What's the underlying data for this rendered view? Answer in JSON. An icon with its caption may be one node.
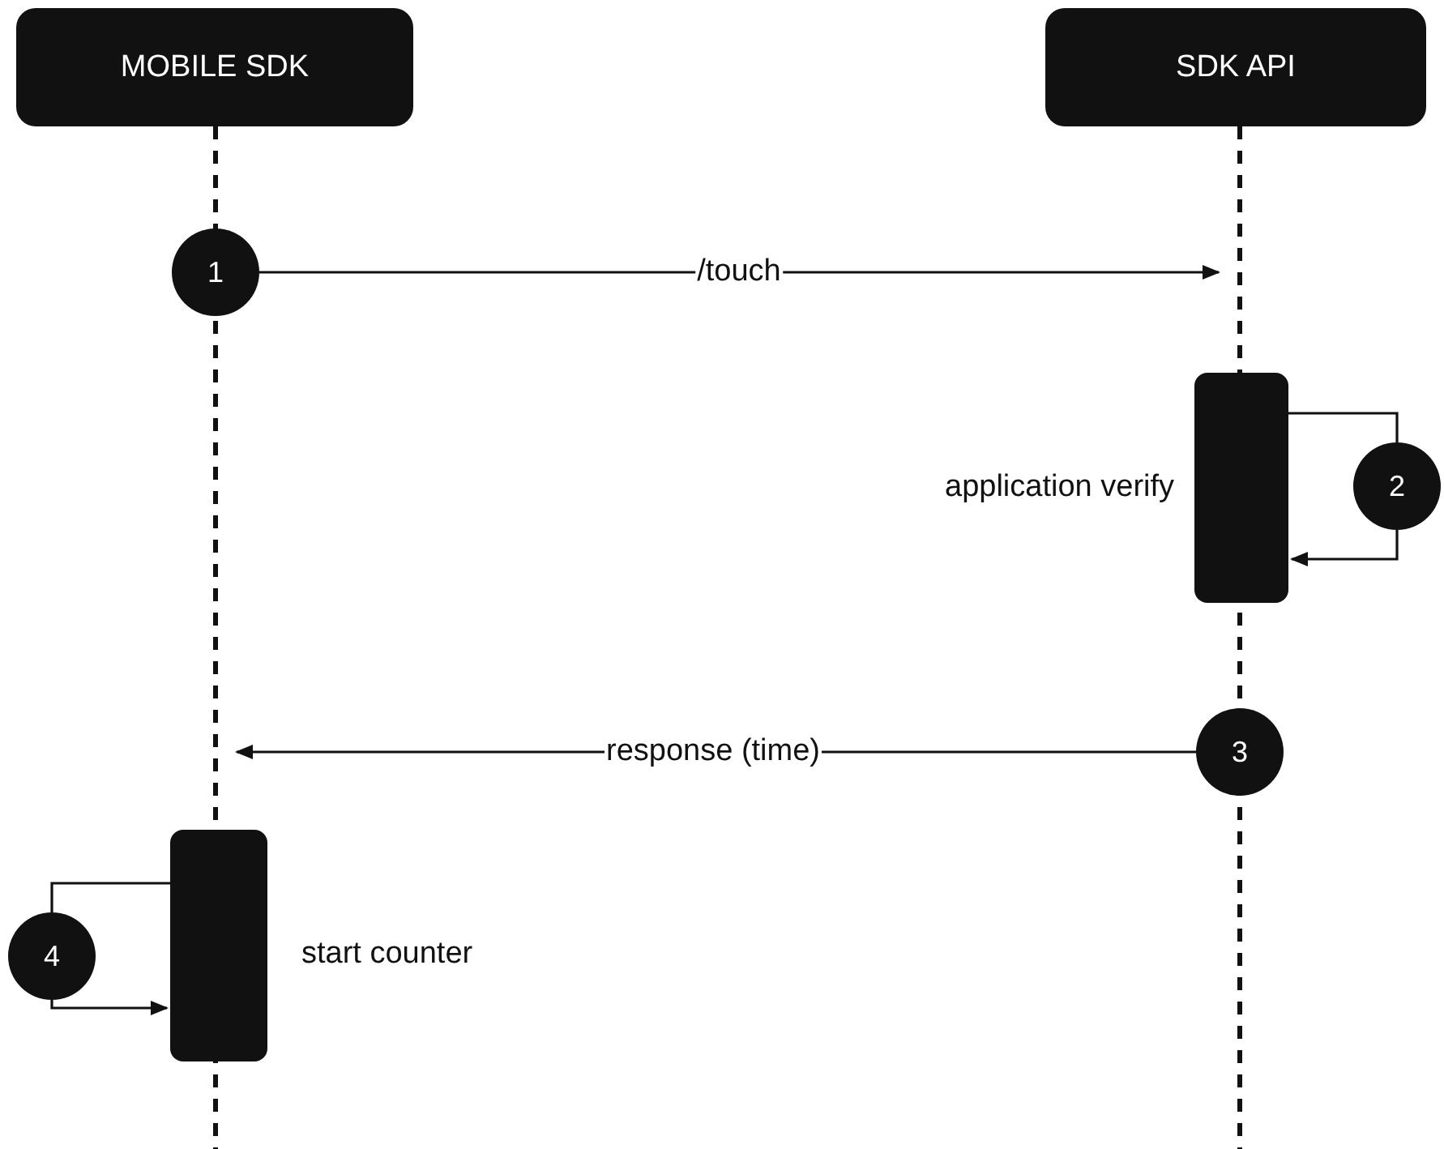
{
  "diagram": {
    "nodes": [
      {
        "text": [
          "MOBILE SDK"
        ]
      },
      {
        "text": [
          "SDK API"
        ]
      },
      {
        "text": [
          "1"
        ]
      },
      {
        "text": [
          "2"
        ]
      },
      {
        "text": [
          "3"
        ]
      },
      {
        "text": [
          "4"
        ]
      },
      {
        "text": [],
        "shape": "bar",
        "beside": [
          "application verify"
        ]
      },
      {
        "text": [],
        "shape": "bar",
        "beside": [
          "start counter"
        ]
      }
    ],
    "edges": [
      {
        "from": 2,
        "to": null,
        "arrow": "to",
        "label": "/touch"
      },
      {
        "from": 6,
        "to": 3,
        "arrow": "none"
      },
      {
        "from": 3,
        "to": 6,
        "arrow": "to"
      },
      {
        "from": 4,
        "to": null,
        "arrow": "to",
        "label": "response (time)"
      },
      {
        "from": 7,
        "to": 5,
        "arrow": "none"
      },
      {
        "from": 5,
        "to": 7,
        "arrow": "to"
      }
    ]
  }
}
